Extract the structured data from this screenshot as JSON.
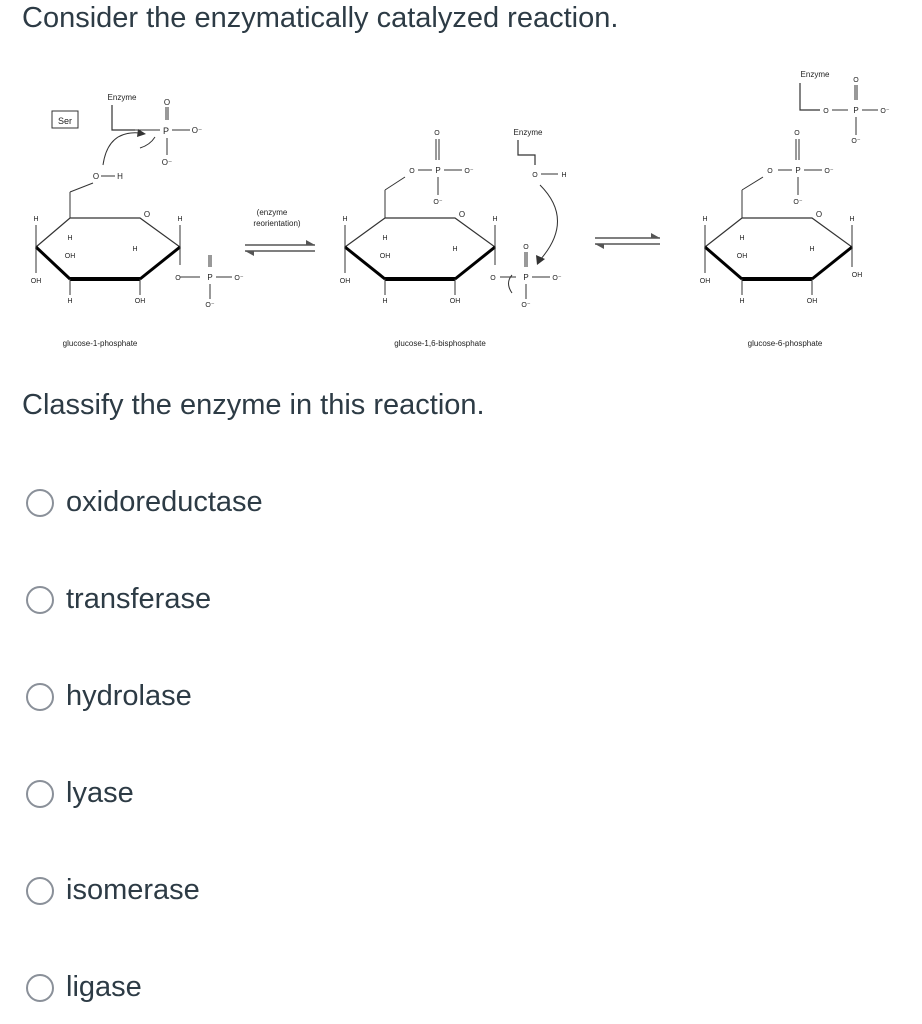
{
  "intro": "Consider the enzymatically catalyzed reaction.",
  "question": "Classify the enzyme in this reaction.",
  "figure": {
    "step_label_line1": "(enzyme",
    "step_label_line2": "reorientation)",
    "reactant": {
      "name": "glucose-1-phosphate",
      "residue": "Ser",
      "enzyme": "Enzyme"
    },
    "intermediate": {
      "name": "glucose-1,6-bisphosphate",
      "enzyme": "Enzyme"
    },
    "product": {
      "name": "glucose-6-phosphate",
      "enzyme": "Enzyme"
    },
    "atoms": {
      "h": "H",
      "oh": "OH",
      "o": "O",
      "o_minus": "O⁻",
      "p": "P",
      "ring_o": "O"
    }
  },
  "options": [
    {
      "label": "oxidoreductase",
      "selected": false
    },
    {
      "label": "transferase",
      "selected": false
    },
    {
      "label": "hydrolase",
      "selected": false
    },
    {
      "label": "lyase",
      "selected": false
    },
    {
      "label": "isomerase",
      "selected": false
    },
    {
      "label": "ligase",
      "selected": false
    }
  ]
}
